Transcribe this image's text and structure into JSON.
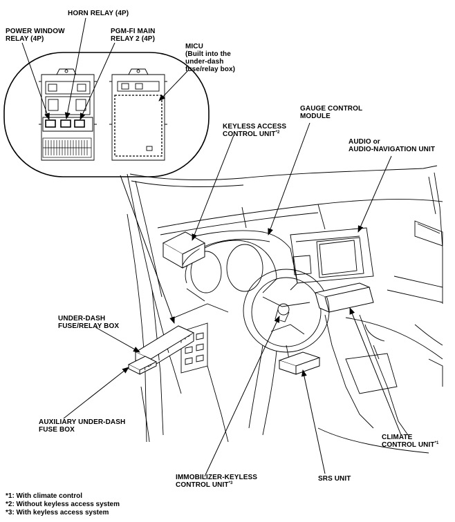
{
  "labels": {
    "power_window_relay": "POWER WINDOW\nRELAY (4P)",
    "horn_relay": "HORN RELAY (4P)",
    "pgm_fi_main_relay": "PGM-FI MAIN\nRELAY 2 (4P)",
    "micu": "MICU\n(Built into the\nunder-dash\nfuse/relay box)",
    "gauge_control_module": "GAUGE CONTROL\nMODULE",
    "keyless_access_control_unit": "KEYLESS ACCESS\nCONTROL UNIT",
    "keyless_access_control_unit_mark": "*2",
    "audio_unit": "AUDIO or\nAUDIO-NAVIGATION UNIT",
    "under_dash_fuse_relay_box": "UNDER-DASH\nFUSE/RELAY BOX",
    "auxiliary_under_dash_fuse_box": "AUXILIARY UNDER-DASH\nFUSE BOX",
    "climate_control_unit": "CLIMATE\nCONTROL UNIT",
    "climate_control_unit_mark": "*1",
    "immobilizer_keyless_control_unit": "IMMOBILIZER-KEYLESS\nCONTROL UNIT",
    "immobilizer_keyless_control_unit_mark": "*3",
    "srs_unit": "SRS UNIT"
  },
  "footnotes": [
    "*1: With climate control",
    "*2: Without keyless access system",
    "*3: With keyless access system"
  ]
}
